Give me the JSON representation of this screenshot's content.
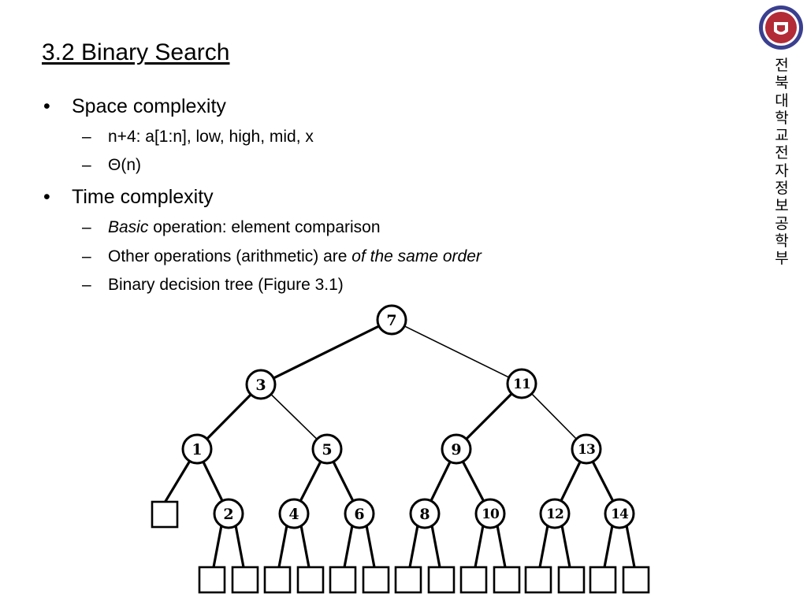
{
  "slide": {
    "title": "3.2 Binary Search",
    "side_caption": "전북대학교 전자정보공학부",
    "logo_icon": "university-seal-icon",
    "colors": {
      "seal_outer": "#3a3f8f",
      "seal_inner": "#b22b36"
    }
  },
  "bullets": [
    {
      "text": "Space complexity",
      "sub": [
        {
          "parts": [
            {
              "text": "n+4: a[1:n], low, high, mid, x",
              "italic": false
            }
          ]
        },
        {
          "parts": [
            {
              "text": "Θ(n)",
              "italic": false
            }
          ]
        }
      ]
    },
    {
      "text": "Time complexity",
      "sub": [
        {
          "parts": [
            {
              "text": "Basic",
              "italic": true
            },
            {
              "text": " operation: element comparison",
              "italic": false
            }
          ]
        },
        {
          "parts": [
            {
              "text": "Other operations (arithmetic) are ",
              "italic": false
            },
            {
              "text": "of the same order",
              "italic": true
            }
          ]
        },
        {
          "parts": [
            {
              "text": "Binary decision tree (Figure 3.1)",
              "italic": false
            }
          ]
        }
      ]
    }
  ],
  "figure": {
    "nodes": [
      "7",
      "3",
      "11",
      "1",
      "5",
      "9",
      "13",
      "2",
      "4",
      "6",
      "8",
      "10",
      "12",
      "14"
    ],
    "external_leaf_count": 15
  }
}
